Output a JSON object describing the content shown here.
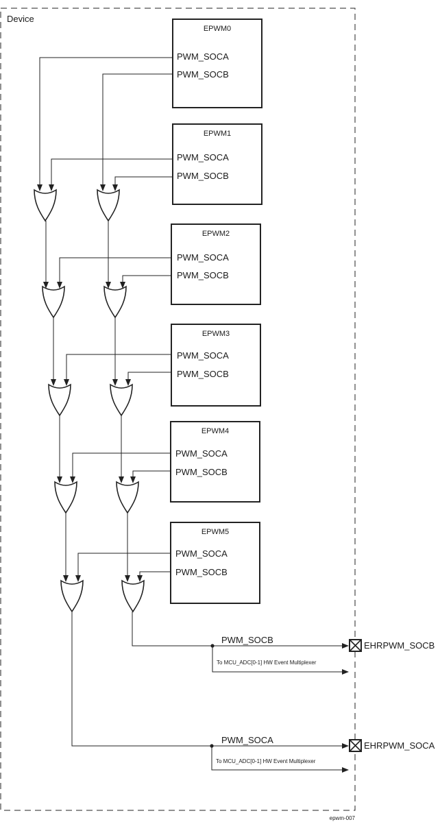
{
  "frame_label": "Device",
  "modules": [
    {
      "name": "EPWM0",
      "soca": "PWM_SOCA",
      "socb": "PWM_SOCB"
    },
    {
      "name": "EPWM1",
      "soca": "PWM_SOCA",
      "socb": "PWM_SOCB"
    },
    {
      "name": "EPWM2",
      "soca": "PWM_SOCA",
      "socb": "PWM_SOCB"
    },
    {
      "name": "EPWM3",
      "soca": "PWM_SOCA",
      "socb": "PWM_SOCB"
    },
    {
      "name": "EPWM4",
      "soca": "PWM_SOCA",
      "socb": "PWM_SOCB"
    },
    {
      "name": "EPWM5",
      "soca": "PWM_SOCA",
      "socb": "PWM_SOCB"
    }
  ],
  "outputs": {
    "socb": {
      "signal": "PWM_SOCB",
      "pin": "EHRPWM_SOCB",
      "mux_note": "To MCU_ADC[0-1] HW Event Multiplexer"
    },
    "soca": {
      "signal": "PWM_SOCA",
      "pin": "EHRPWM_SOCA",
      "mux_note": "To MCU_ADC[0-1] HW Event Multiplexer"
    }
  },
  "figure_id": "epwm-007"
}
